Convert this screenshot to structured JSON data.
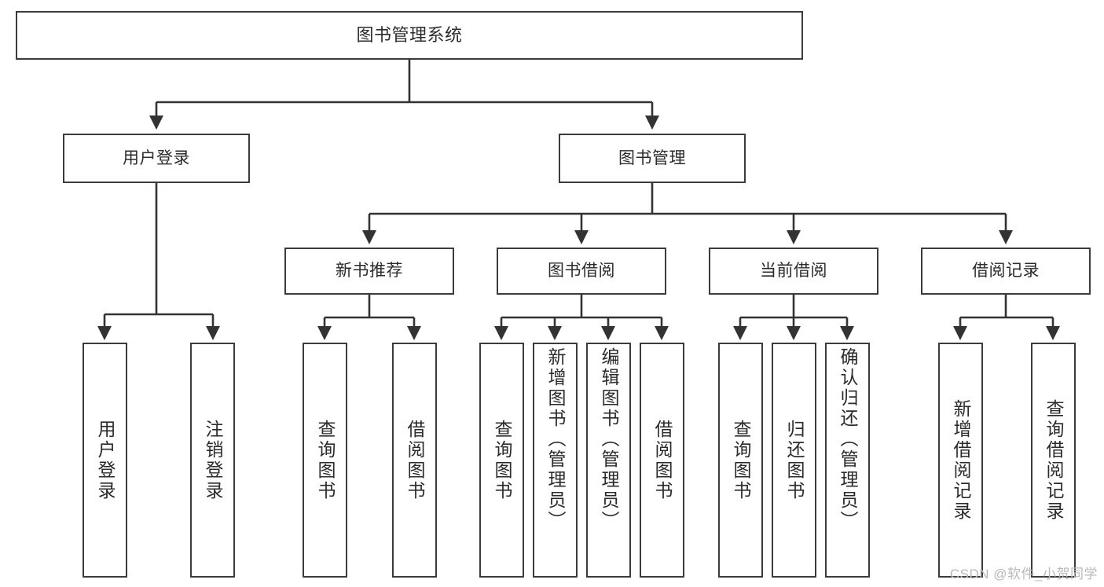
{
  "diagram": {
    "title": "图书管理系统",
    "watermark": "CSDN @软件_小贺同学",
    "colors": {
      "box_border": "#3b3b3b",
      "box_fill": "#ffffff",
      "line": "#333333",
      "text": "#2b2b2b",
      "watermark": "#b9b9b9",
      "background": "#ffffff"
    },
    "nodes": {
      "root": "图书管理系统",
      "level2": {
        "user_login": "用户登录",
        "book_manage": "图书管理"
      },
      "level3": {
        "new_book_rec": "新书推荐",
        "book_borrow": "图书借阅",
        "current_borrow": "当前借阅",
        "borrow_record": "借阅记录"
      },
      "leaves": {
        "user_login_1": "用户登录",
        "user_login_2": "注销登录",
        "new_book_1": "查询图书",
        "new_book_2": "借阅图书",
        "borrow_1": "查询图书",
        "borrow_2": "新增图书（管理员）",
        "borrow_3": "编辑图书（管理员）",
        "borrow_4": "借阅图书",
        "current_1": "查询图书",
        "current_2": "归还图书",
        "current_3": "确认归还（管理员）",
        "record_1": "新增借阅记录",
        "record_2": "查询借阅记录"
      }
    }
  }
}
